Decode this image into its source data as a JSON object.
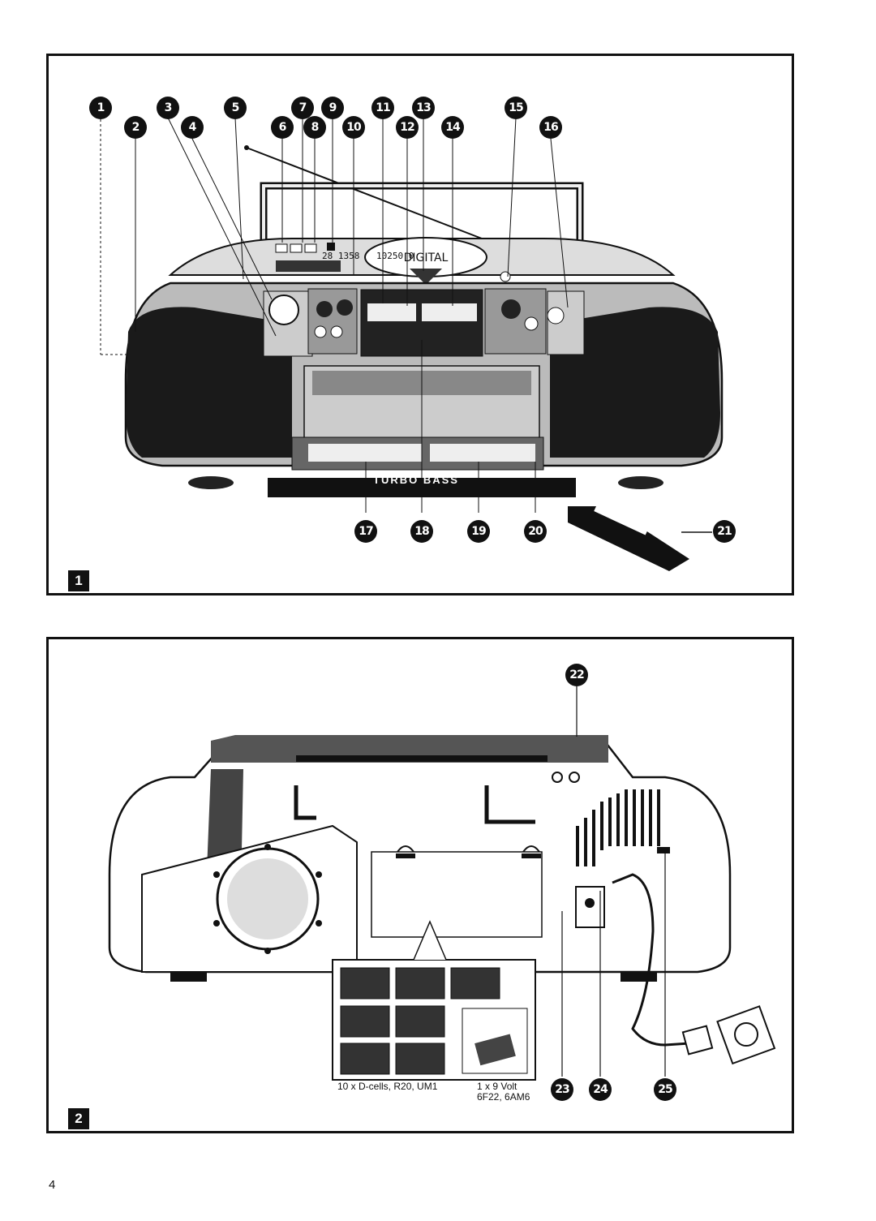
{
  "page": {
    "number": "4"
  },
  "figure1": {
    "label": "1",
    "callouts": [
      "1",
      "2",
      "3",
      "4",
      "5",
      "6",
      "7",
      "8",
      "9",
      "10",
      "11",
      "12",
      "13",
      "14",
      "15",
      "16",
      "17",
      "18",
      "19",
      "20",
      "21"
    ],
    "display_left": "28  1358",
    "display_right": "10250  0",
    "turbo_bass_label": "TURBO BASS"
  },
  "figure2": {
    "label": "2",
    "callouts": [
      "22",
      "23",
      "24",
      "25"
    ],
    "battery_caption_left": "10 x D-cells, R20, UM1",
    "battery_caption_right_line1": "1 x 9 Volt",
    "battery_caption_right_line2": "6F22, 6AM6"
  }
}
